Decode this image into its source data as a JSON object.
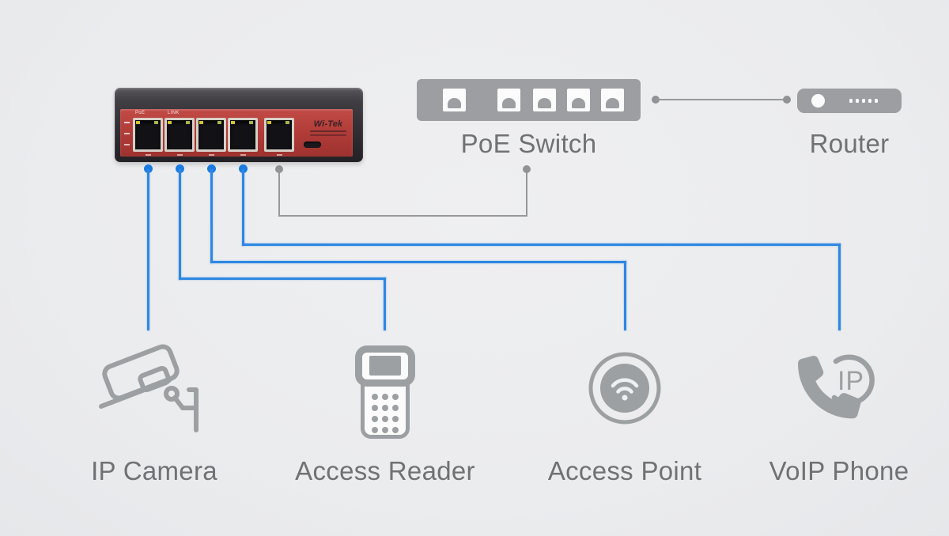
{
  "switch_photo": {
    "brand": "Wi-Tek",
    "panel_labels": [
      "PoE",
      "LINK"
    ]
  },
  "nodes": {
    "poe_switch": {
      "label": "PoE Switch"
    },
    "router": {
      "label": "Router"
    },
    "ip_camera": {
      "label": "IP Camera"
    },
    "access_reader": {
      "label": "Access Reader"
    },
    "access_point": {
      "label": "Access Point"
    },
    "voip_phone": {
      "label": "VoIP Phone",
      "badge": "IP"
    }
  },
  "connections": [
    {
      "from": "poe-switch-port-1",
      "to": "ip-camera",
      "type": "poe-cable",
      "color": "#2e87e2"
    },
    {
      "from": "poe-switch-port-2",
      "to": "access-reader",
      "type": "poe-cable",
      "color": "#2e87e2"
    },
    {
      "from": "poe-switch-port-3",
      "to": "access-point",
      "type": "poe-cable",
      "color": "#2e87e2"
    },
    {
      "from": "poe-switch-port-4",
      "to": "voip-phone",
      "type": "poe-cable",
      "color": "#2e87e2"
    },
    {
      "from": "poe-switch-uplink-port",
      "to": "poe-switch-icon",
      "type": "uplink",
      "color": "#97989b"
    },
    {
      "from": "poe-switch-icon",
      "to": "router",
      "type": "uplink",
      "color": "#97989b"
    }
  ],
  "colors": {
    "background": "#ebecee",
    "cable_blue": "#2e87e2",
    "cable_gray": "#97989b",
    "icon_gray": "#9da0a3",
    "label_gray": "#6f7174",
    "switch_red": "#b23d39"
  }
}
